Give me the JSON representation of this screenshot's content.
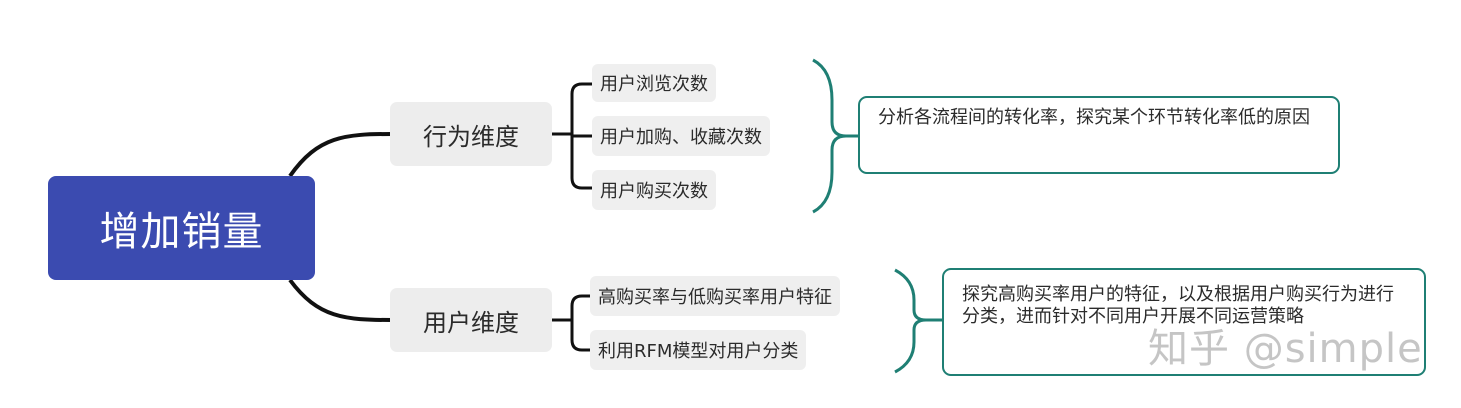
{
  "root": {
    "label": "增加销量"
  },
  "branches": [
    {
      "label": "行为维度",
      "items": [
        "用户浏览次数",
        "用户加购、收藏次数",
        "用户购买次数"
      ],
      "note": "分析各流程间的转化率，探究某个环节转化率低的原因"
    },
    {
      "label": "用户维度",
      "items": [
        "高购买率与低购买率用户特征",
        "利用RFM模型对用户分类"
      ],
      "note": "探究高购买率用户的特征，以及根据用户购买行为进行分类，进而针对不同用户开展不同运营策略"
    }
  ],
  "watermark": "知乎 @simple",
  "colors": {
    "root_bg": "#3b4bb0",
    "node_bg": "#ededed",
    "connector": "#111111",
    "accent": "#1f7f74"
  }
}
